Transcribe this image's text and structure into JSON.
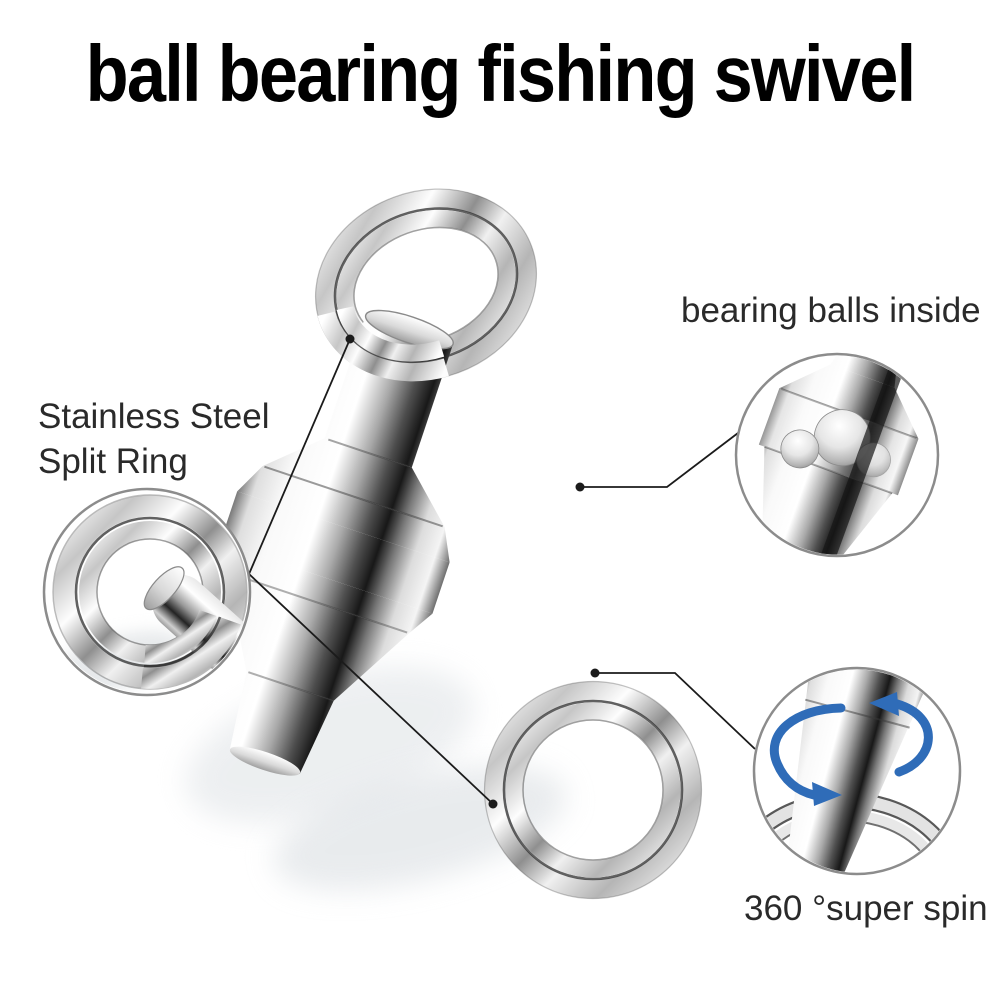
{
  "title": "ball bearing fishing swivel",
  "product": {
    "name": "ball bearing fishing swivel",
    "parts": [
      "top-split-ring",
      "swivel-barrel-body",
      "bottom-split-ring"
    ]
  },
  "callouts": {
    "bearing_balls": {
      "label": "bearing balls inside"
    },
    "split_ring": {
      "label_line1": "Stainless Steel",
      "label_line2": "Split Ring"
    },
    "spin": {
      "label": "360 °super spin"
    }
  },
  "icons": {
    "rotation_arrows": "curved-blue-360-rotation-arrows"
  },
  "colors": {
    "background": "#ffffff",
    "title_text": "#000000",
    "label_text": "#2a2a2a",
    "leader_line": "#1b1b1b",
    "inset_border": "#8c8c8c",
    "arrow_blue": "#2f6cb8",
    "shadow": "#d7dce0"
  }
}
